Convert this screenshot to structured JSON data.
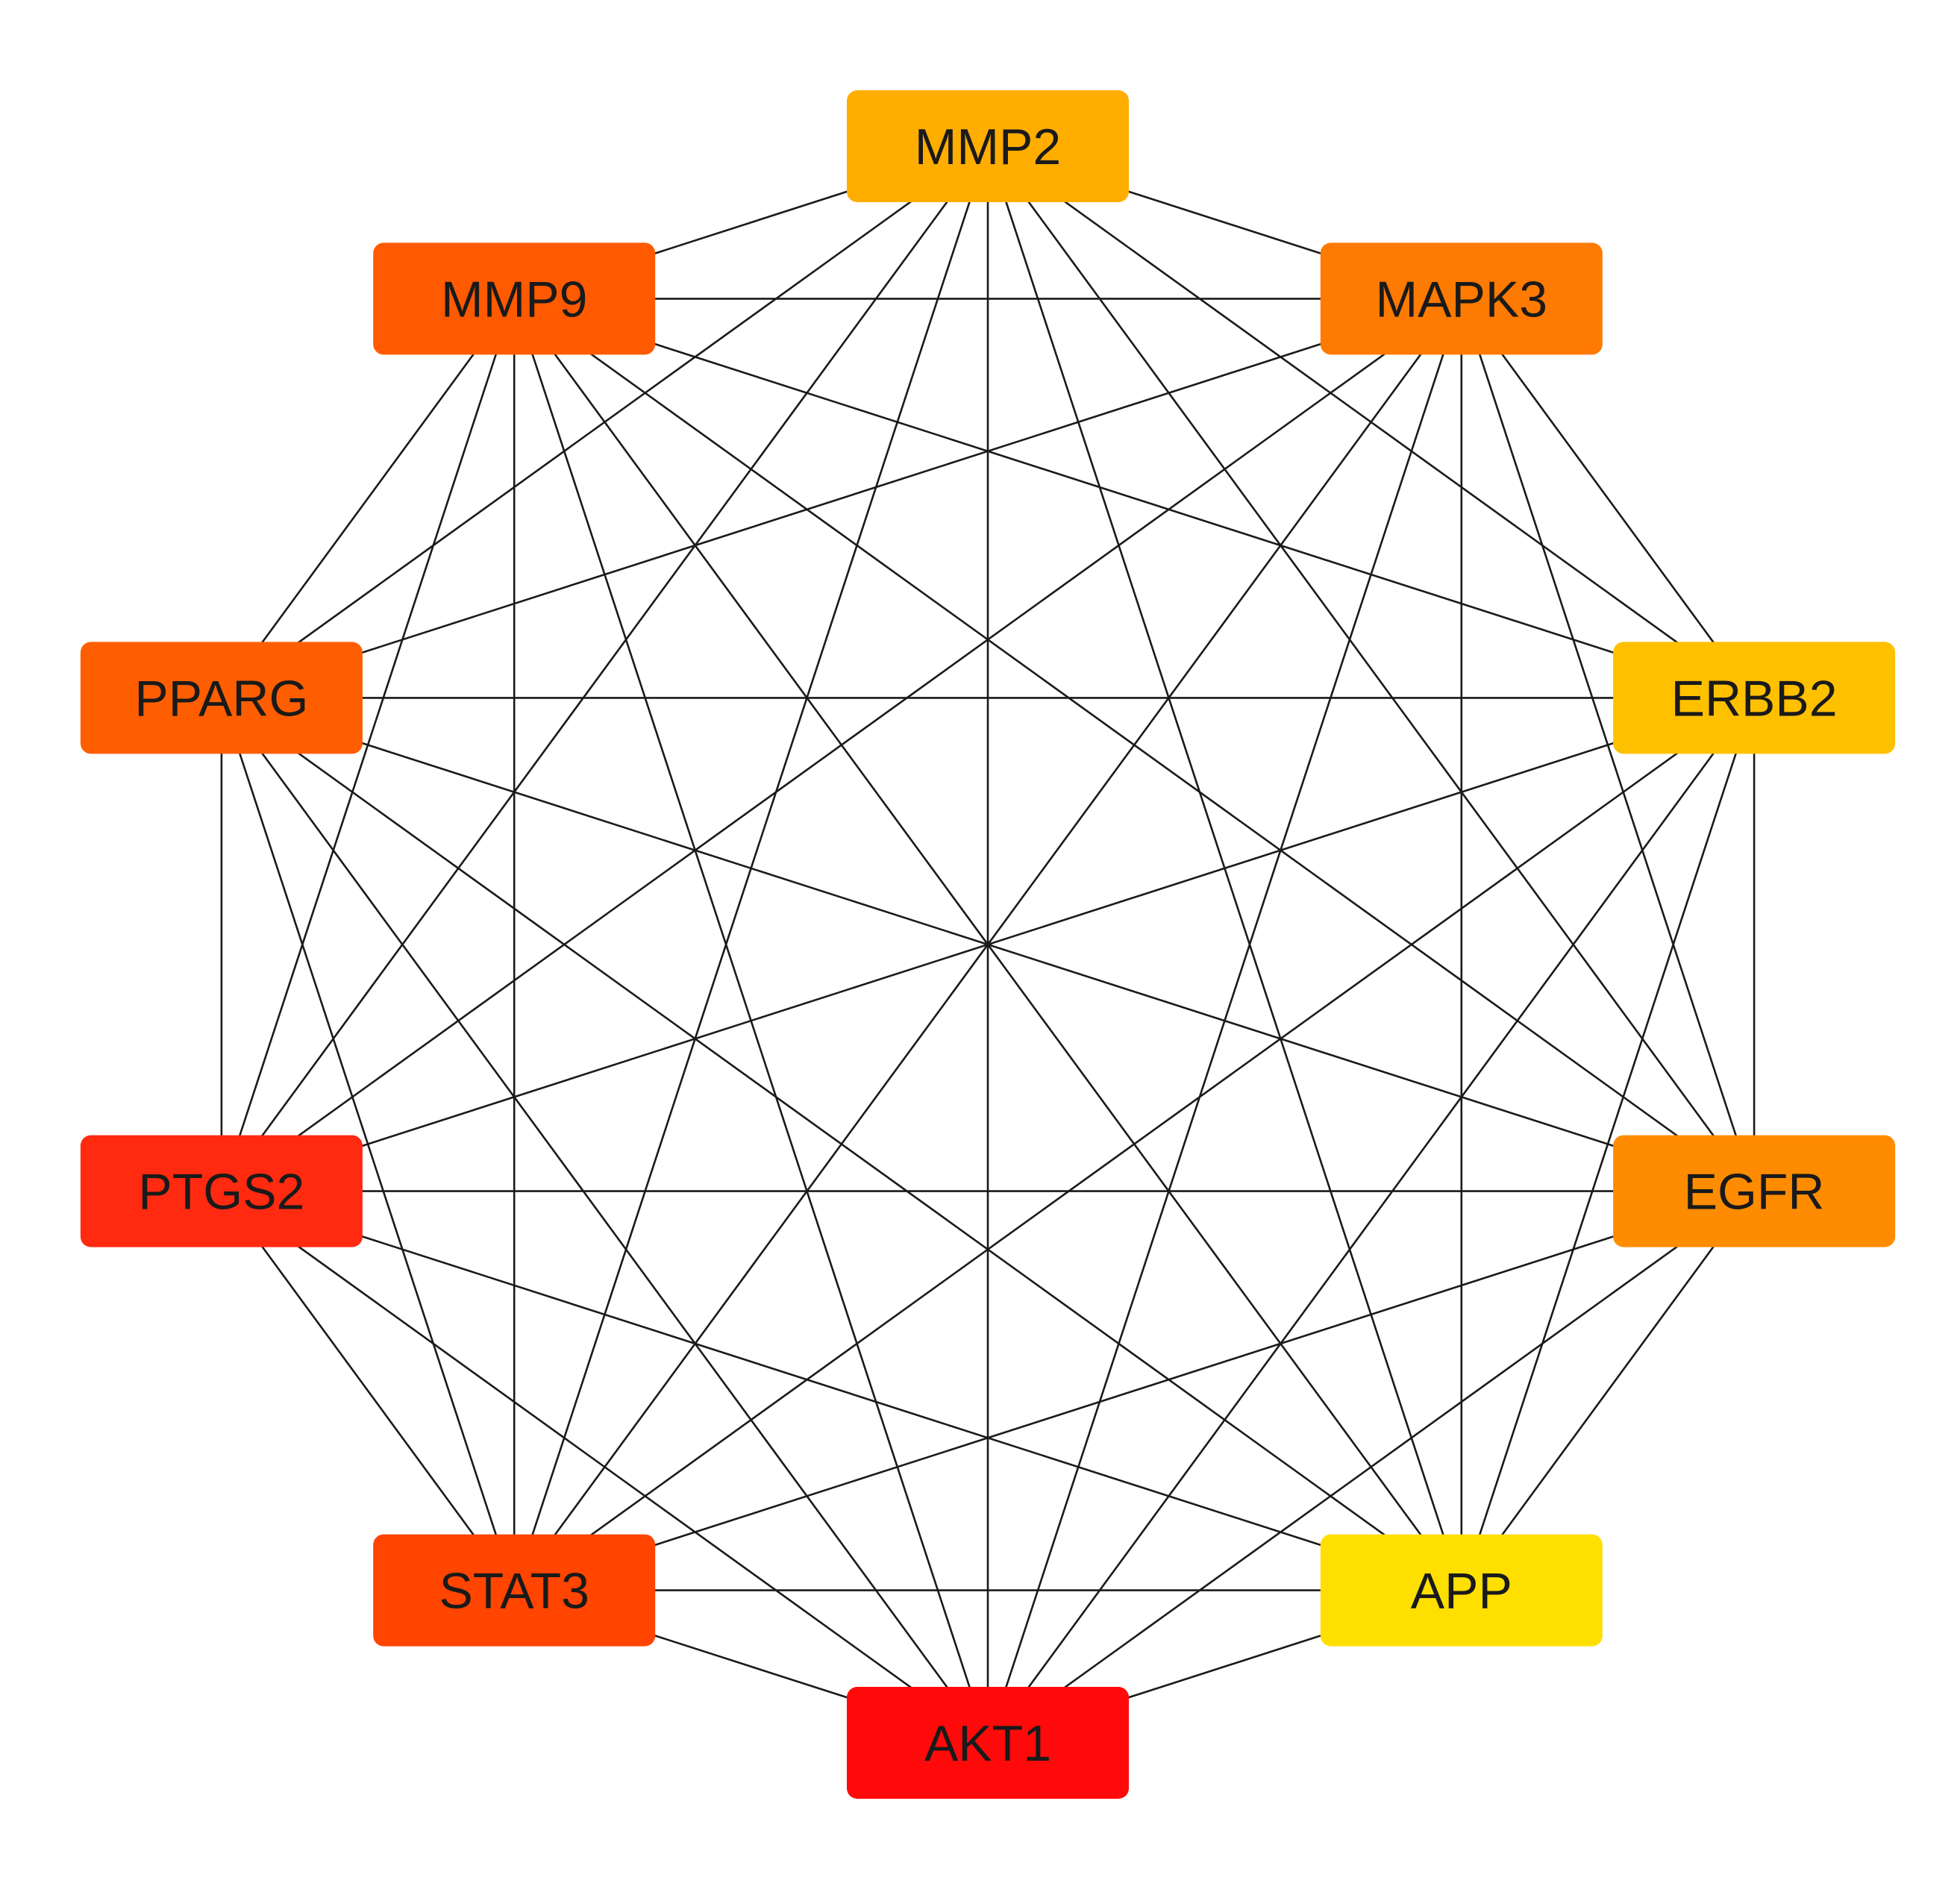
{
  "network": {
    "nodes": [
      {
        "id": "MMP2",
        "label": "MMP2",
        "color": "#FFAE00"
      },
      {
        "id": "MAPK3",
        "label": "MAPK3",
        "color": "#FF7A00"
      },
      {
        "id": "ERBB2",
        "label": "ERBB2",
        "color": "#FFC000"
      },
      {
        "id": "EGFR",
        "label": "EGFR",
        "color": "#FF8C00"
      },
      {
        "id": "APP",
        "label": "APP",
        "color": "#FFDF00"
      },
      {
        "id": "AKT1",
        "label": "AKT1",
        "color": "#FF0A0A"
      },
      {
        "id": "STAT3",
        "label": "STAT3",
        "color": "#FF4500"
      },
      {
        "id": "PTGS2",
        "label": "PTGS2",
        "color": "#FF2A10"
      },
      {
        "id": "PPARG",
        "label": "PPARG",
        "color": "#FF5E00"
      },
      {
        "id": "MMP9",
        "label": "MMP9",
        "color": "#FF5A00"
      }
    ],
    "edges": "all-pairs",
    "edge_color": "#1a1a1a"
  }
}
